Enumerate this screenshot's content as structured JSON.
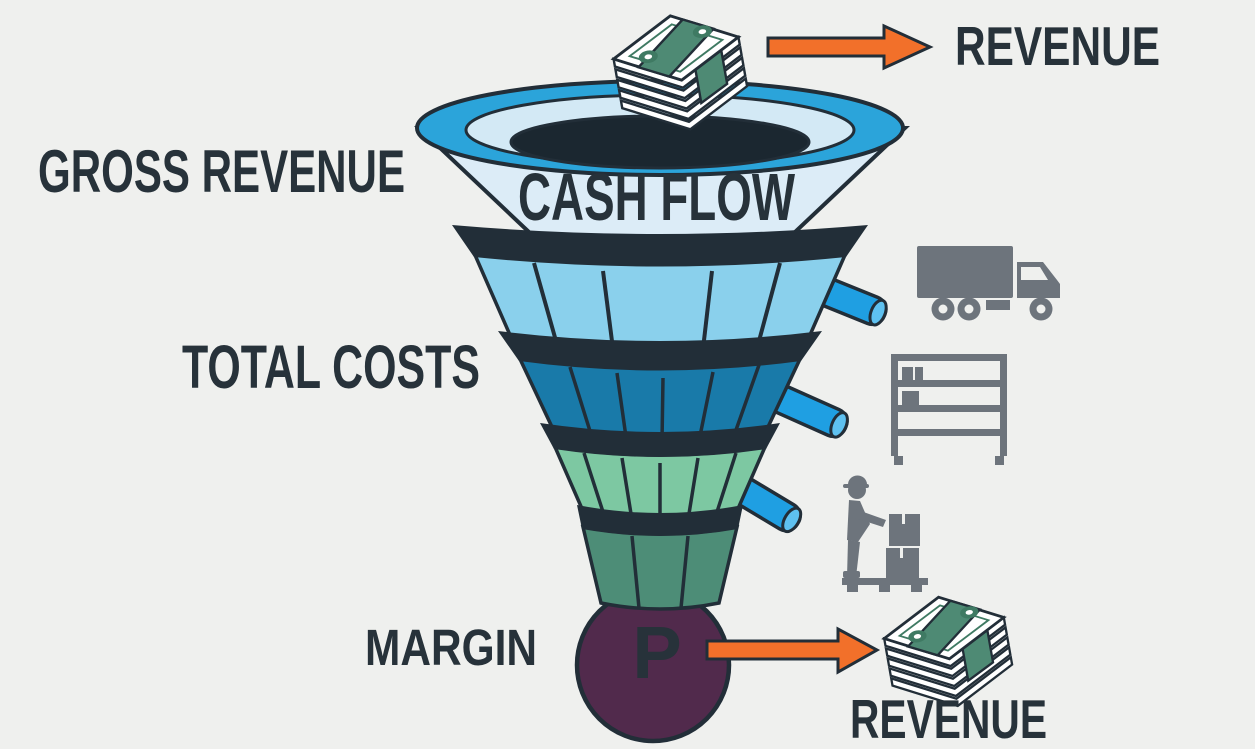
{
  "page": {
    "background": "#eff0ee",
    "text_color": "#27323a"
  },
  "labels": {
    "gross_revenue": "GROSS REVENUE",
    "total_costs": "TOTAL COSTS",
    "margin": "MARGIN",
    "revenue_top": "REVENUE",
    "revenue_bottom": "REVENUE"
  },
  "funnel": {
    "title": "CASH FLOW",
    "profit_symbol": "P",
    "stages": [
      {
        "name": "top-bowl",
        "color": "#dcecf7"
      },
      {
        "name": "light-blue-band",
        "color": "#8ad0ec"
      },
      {
        "name": "dark-blue-band",
        "color": "#197aa9"
      },
      {
        "name": "green-band",
        "color": "#7dc8a2"
      },
      {
        "name": "stem",
        "color": "#4d8d77"
      },
      {
        "name": "profit-ball",
        "color": "#512a4c"
      }
    ],
    "rim_color": "#2ba4da",
    "inner_ring_color": "#d3e9f5",
    "hole_color": "#1b2730",
    "band_color": "#222e38",
    "pipe_color": "#1f9fe2",
    "pipe_cap_color": "#5ec1f0",
    "profit_text_color": "#f8f2f7"
  },
  "icons": {
    "money_stack": {
      "name": "money-stack-icon",
      "bill_color": "#ffffff",
      "strap_color": "#4e8a74",
      "seal_color": "#3f7a63"
    },
    "arrow": {
      "name": "arrow-right-icon",
      "color": "#f2702a"
    },
    "truck": {
      "name": "delivery-truck-icon",
      "color": "#6d747c"
    },
    "shelf": {
      "name": "storage-shelf-icon",
      "color": "#6d747c"
    },
    "worker": {
      "name": "warehouse-worker-icon",
      "color": "#6d747c"
    }
  }
}
